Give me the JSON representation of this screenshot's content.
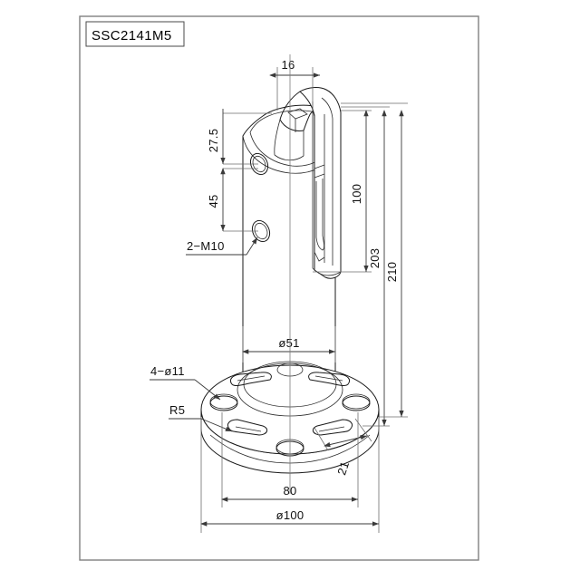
{
  "document": {
    "type": "technical-drawing",
    "part_label": "SSC2141M5",
    "background_color": "#ffffff",
    "line_color": "#1a1a1a",
    "frame_color": "#808080"
  },
  "title_block": {
    "part_number": "SSC2141M5"
  },
  "dimensions": {
    "top_width": "16",
    "upper_hole_offset": "27.5",
    "hole_spacing": "45",
    "thread_callout": "2−M10",
    "clamp_height": "100",
    "body_height": "203",
    "overall_height": "210",
    "tube_diameter": "ø51",
    "base_hole_callout": "4−ø11",
    "slot_radius": "R5",
    "slot_length": "21",
    "bolt_circle": "80",
    "base_diameter": "ø100"
  },
  "labels": [
    {
      "id": "dim-16",
      "text": "16",
      "kind": "linear-horizontal"
    },
    {
      "id": "dim-275",
      "text": "27.5",
      "kind": "linear-vertical"
    },
    {
      "id": "dim-45",
      "text": "45",
      "kind": "linear-vertical"
    },
    {
      "id": "note-m10",
      "text": "2−M10",
      "kind": "leader-note"
    },
    {
      "id": "dim-100",
      "text": "100",
      "kind": "linear-vertical"
    },
    {
      "id": "dim-203",
      "text": "203",
      "kind": "linear-vertical"
    },
    {
      "id": "dim-210",
      "text": "210",
      "kind": "linear-vertical"
    },
    {
      "id": "dim-d51",
      "text": "ø51",
      "kind": "diameter"
    },
    {
      "id": "note-d11",
      "text": "4−ø11",
      "kind": "leader-note"
    },
    {
      "id": "note-r5",
      "text": "R5",
      "kind": "leader-note"
    },
    {
      "id": "dim-21",
      "text": "21",
      "kind": "linear-angled"
    },
    {
      "id": "dim-80",
      "text": "80",
      "kind": "linear-horizontal"
    },
    {
      "id": "dim-d100",
      "text": "ø100",
      "kind": "diameter"
    }
  ]
}
